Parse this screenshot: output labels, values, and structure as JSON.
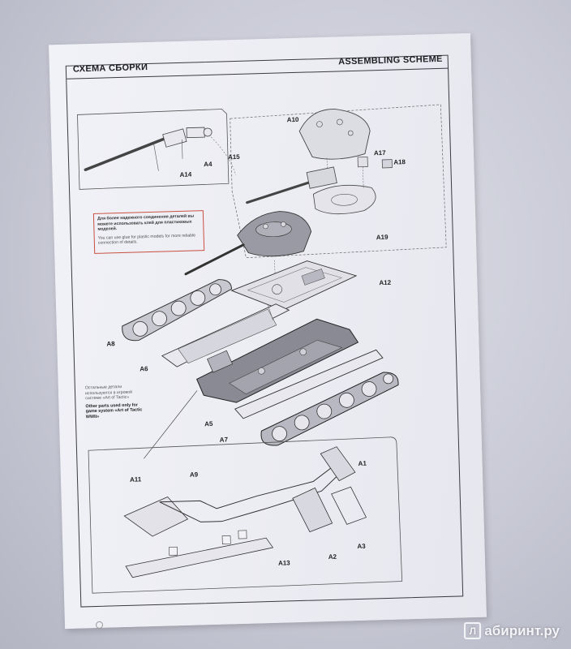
{
  "header": {
    "title_ru": "СХЕМА СБОРКИ",
    "title_en": "ASSEMBLING SCHEME"
  },
  "notes": {
    "glue_ru": "Для более надежного соединения деталей вы можете использовать клей для пластиковых моделей.",
    "glue_en": "You can use glue for plastic models for more reliable connection of details.",
    "other_ru": "Остальные детали используются в игровой системе «Art of Tactic»",
    "other_en": "Other parts used only for game system «Art of Tactic WWII»"
  },
  "parts": {
    "a1": "A1",
    "a2": "A2",
    "a3": "A3",
    "a4": "A4",
    "a5": "A5",
    "a6": "A6",
    "a7": "A7",
    "a8": "A8",
    "a9": "A9",
    "a10": "A10",
    "a11": "A11",
    "a12": "A12",
    "a13": "A13",
    "a14": "A14",
    "a15": "A15",
    "a17": "A17",
    "a18": "A18",
    "a19": "A19"
  },
  "watermark": {
    "logo": "Л",
    "text": "абиринт.ру"
  }
}
